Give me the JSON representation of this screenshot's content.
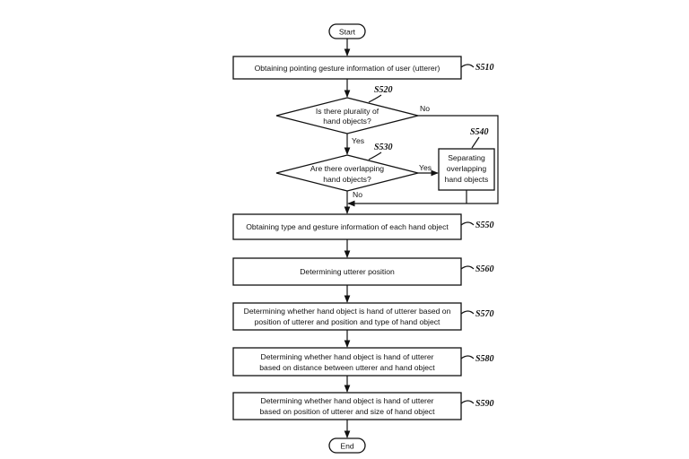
{
  "terminals": {
    "start": "Start",
    "end": "End"
  },
  "s510": {
    "label": "S510",
    "text": "Obtaining pointing gesture information of user (utterer)"
  },
  "s520": {
    "label": "S520",
    "line1": "Is there plurality of",
    "line2": "hand objects?"
  },
  "s530": {
    "label": "S530",
    "line1": "Are there overlapping",
    "line2": "hand objects?"
  },
  "s540": {
    "label": "S540",
    "line1": "Separating",
    "line2": "overlapping",
    "line3": "hand objects"
  },
  "s550": {
    "label": "S550",
    "text": "Obtaining type and gesture information of each hand object"
  },
  "s560": {
    "label": "S560",
    "text": "Determining utterer position"
  },
  "s570": {
    "label": "S570",
    "line1": "Determining whether hand object is hand of utterer based on",
    "line2": "position of utterer and position and type of hand object"
  },
  "s580": {
    "label": "S580",
    "line1": "Determining whether hand object is hand of utterer",
    "line2": "based on distance between utterer and hand object"
  },
  "s590": {
    "label": "S590",
    "line1": "Determining whether hand object is hand of utterer",
    "line2": "based on position of utterer and size of hand object"
  },
  "branches": {
    "s520_no": "No",
    "s520_yes": "Yes",
    "s530_yes": "Yes",
    "s530_no": "No"
  }
}
